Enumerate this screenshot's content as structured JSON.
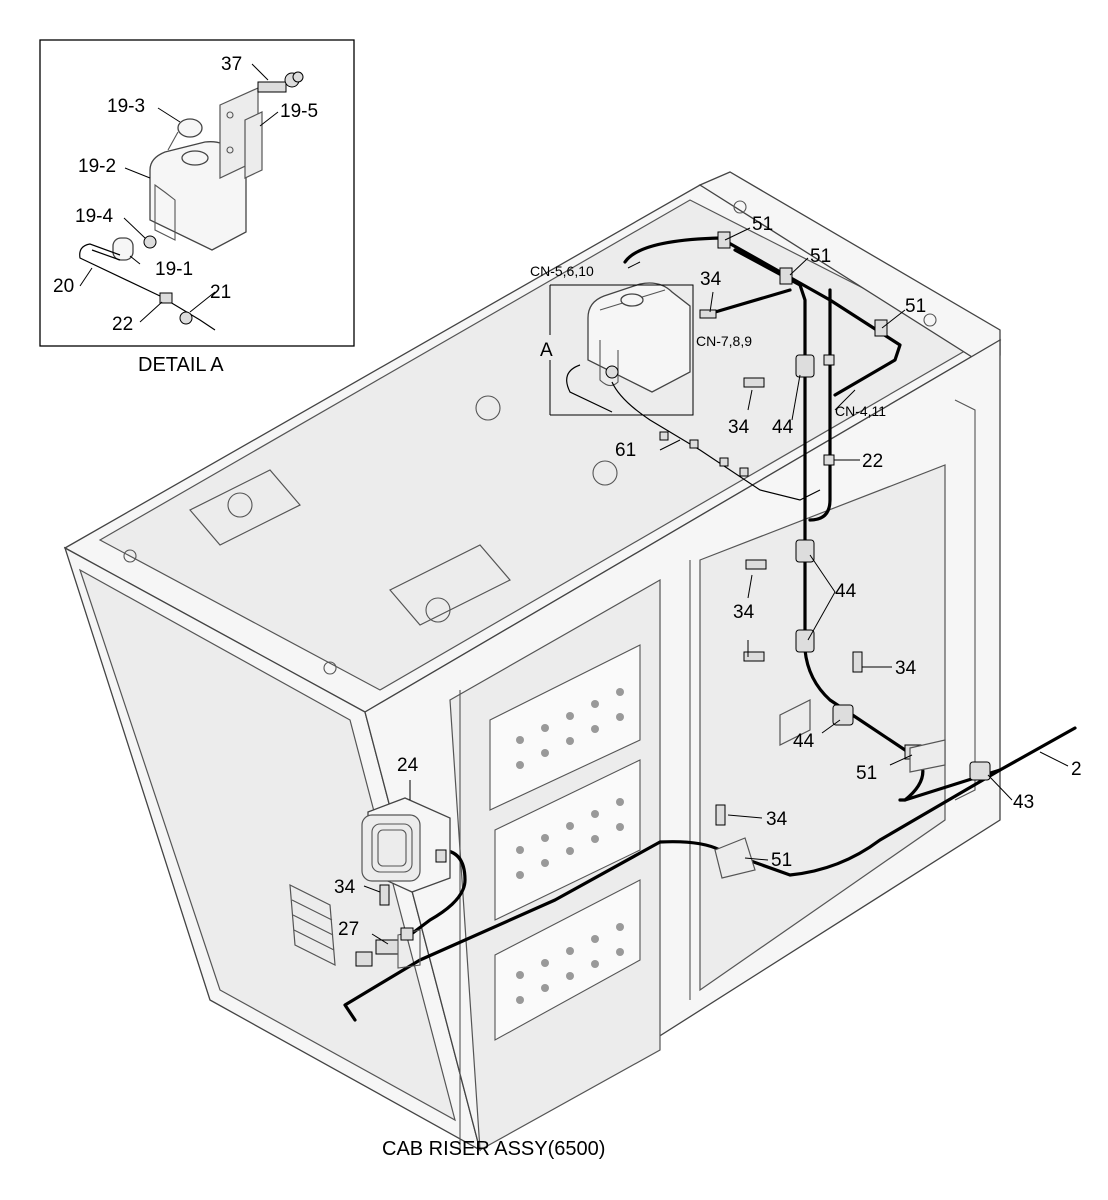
{
  "detail_labels": [
    {
      "id": "d37",
      "text": "37"
    },
    {
      "id": "d19_3",
      "text": "19-3"
    },
    {
      "id": "d19_5",
      "text": "19-5"
    },
    {
      "id": "d19_2",
      "text": "19-2"
    },
    {
      "id": "d19_4",
      "text": "19-4"
    },
    {
      "id": "d19_1",
      "text": "19-1"
    },
    {
      "id": "d20",
      "text": "20"
    },
    {
      "id": "d21",
      "text": "21"
    },
    {
      "id": "d22",
      "text": "22"
    }
  ],
  "detail_caption": "DETAIL A",
  "detail_marker": "A",
  "connectors": [
    {
      "id": "cn5",
      "text": "CN-5,6,10"
    },
    {
      "id": "cn7",
      "text": "CN-7,8,9"
    },
    {
      "id": "cn4",
      "text": "CN-4,11"
    }
  ],
  "callouts": [
    {
      "id": "c51a",
      "text": "51"
    },
    {
      "id": "c51b",
      "text": "51"
    },
    {
      "id": "c51c",
      "text": "51"
    },
    {
      "id": "c34a",
      "text": "34"
    },
    {
      "id": "c34b",
      "text": "34"
    },
    {
      "id": "c44a",
      "text": "44"
    },
    {
      "id": "c22",
      "text": "22"
    },
    {
      "id": "c61",
      "text": "61"
    },
    {
      "id": "c34c",
      "text": "34"
    },
    {
      "id": "c44b",
      "text": "44"
    },
    {
      "id": "c34d",
      "text": "34"
    },
    {
      "id": "c44c",
      "text": "44"
    },
    {
      "id": "c51d",
      "text": "51"
    },
    {
      "id": "c2",
      "text": "2"
    },
    {
      "id": "c43",
      "text": "43"
    },
    {
      "id": "c24",
      "text": "24"
    },
    {
      "id": "c34e",
      "text": "34"
    },
    {
      "id": "c51e",
      "text": "51"
    },
    {
      "id": "c34f",
      "text": "34"
    },
    {
      "id": "c27",
      "text": "27"
    }
  ],
  "caption": "CAB RISER ASSY(6500)"
}
